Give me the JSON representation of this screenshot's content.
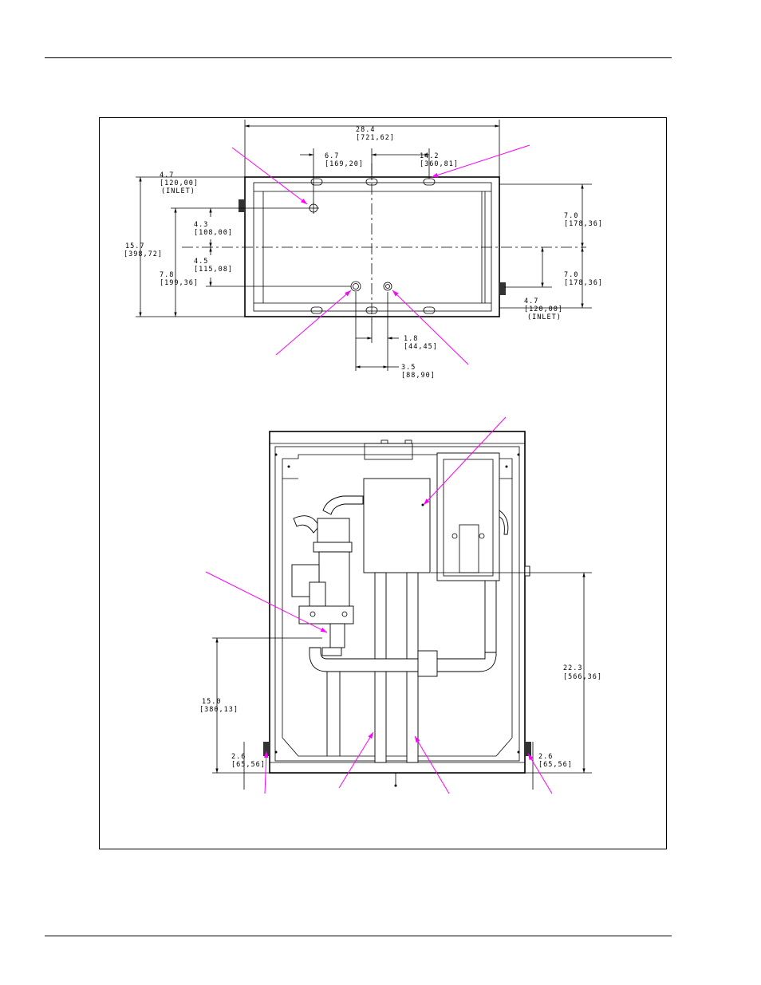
{
  "top_view": {
    "overall_width": {
      "in": "28.4",
      "mm": "[721,62]"
    },
    "hole_left": {
      "in": "6.7",
      "mm": "[169,20]"
    },
    "hole_right": {
      "in": "14.2",
      "mm": "[360,81]"
    },
    "inlet_top": {
      "in": "4.7",
      "mm": "[120,00]",
      "note": "(INLET)"
    },
    "depth": {
      "in": "15.7",
      "mm": "[398,72]"
    },
    "drain_4_3": {
      "in": "4.3",
      "mm": "[108,00]"
    },
    "drain_4_5": {
      "in": "4.5",
      "mm": "[115,08]"
    },
    "drain_7_8": {
      "in": "7.8",
      "mm": "[199,36]"
    },
    "right_upper": {
      "in": "7.0",
      "mm": "[178,36]"
    },
    "right_lower": {
      "in": "7.0",
      "mm": "[178,36]"
    },
    "inlet_bottom": {
      "in": "4.7",
      "mm": "[120,00]",
      "note": "(INLET)"
    },
    "spacing_1_8": {
      "in": "1.8",
      "mm": "[44,45]"
    },
    "spacing_3_5": {
      "in": "3.5",
      "mm": "[88,90]"
    }
  },
  "front_view": {
    "height_22_3": {
      "in": "22.3",
      "mm": "[566,36]"
    },
    "height_15_0": {
      "in": "15.0",
      "mm": "[380,13]"
    },
    "foot_left": {
      "in": "2.6",
      "mm": "[65,56]"
    },
    "foot_right": {
      "in": "2.6",
      "mm": "[65,56]"
    }
  },
  "colors": {
    "leader": "#ff00ff",
    "line": "#000000"
  }
}
